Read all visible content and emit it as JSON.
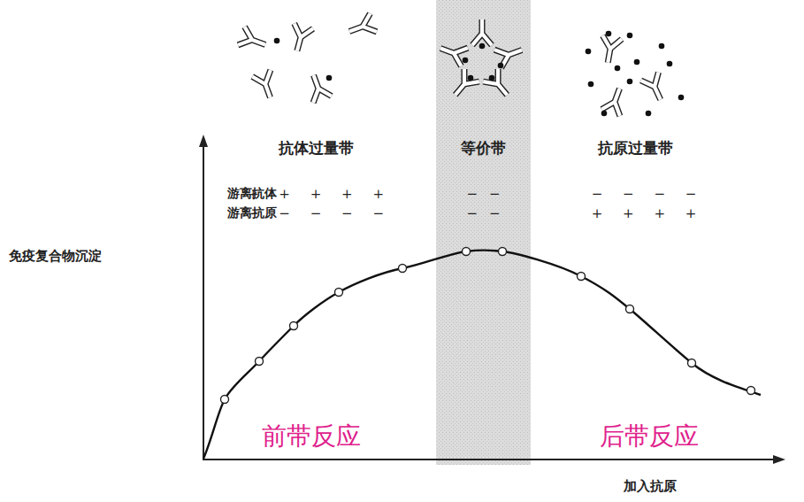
{
  "diagram": {
    "nodes": [
      {
        "text": [
          "等价带",
          "− −",
          "− −"
        ]
      }
    ],
    "labels": [
      "抗体过量带",
      "抗原过量带",
      "游离抗体",
      "游离抗原",
      "+ + + + +",
      "− − − − −",
      "− − − −",
      "+ + + +",
      "免疫复合物沉淀",
      "前带反应",
      "后带反应",
      "加入抗原"
    ]
  }
}
